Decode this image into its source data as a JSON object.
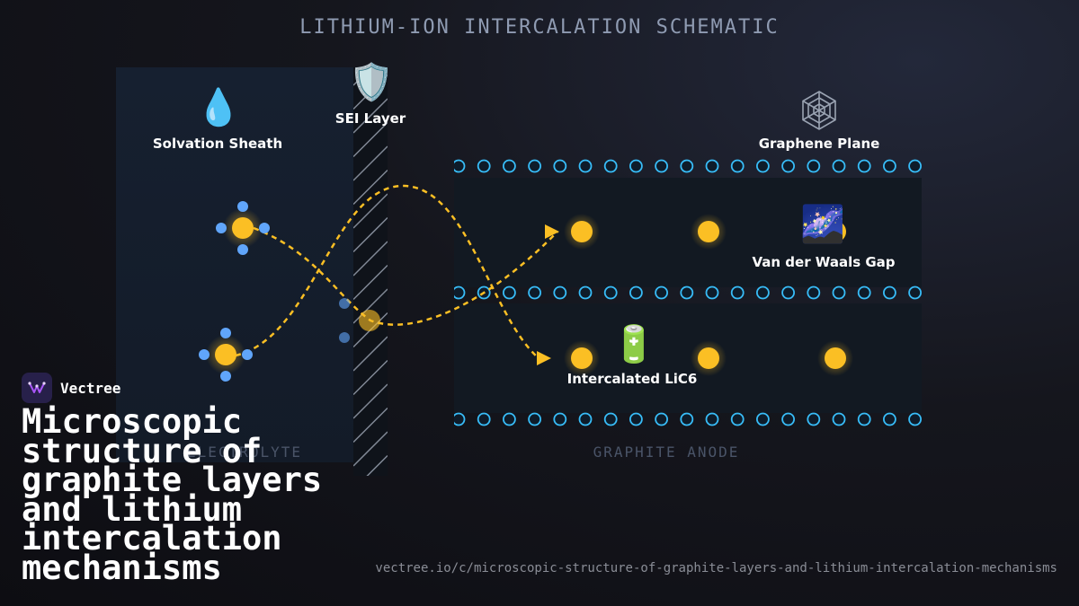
{
  "title": "LITHIUM-ION INTERCALATION SCHEMATIC",
  "labels": {
    "solvation_sheath": "Solvation Sheath",
    "sei_layer": "SEI Layer",
    "graphene_plane": "Graphene Plane",
    "van_der_waals_gap": "Van der Waals Gap",
    "intercalated": "Intercalated LiC6"
  },
  "regions": {
    "electrolyte": "ELECTROLYTE",
    "anode": "GRAPHITE ANODE"
  },
  "icons": {
    "solvation_sheath": "droplet-icon",
    "sei_layer": "shield-icon",
    "graphene_plane": "web-icon",
    "van_der_waals_gap": "galaxy-icon",
    "intercalated": "battery-icon"
  },
  "colors": {
    "lithium_ion": "#fbbf24",
    "solvent": "#60a5fa",
    "graphene_atom": "#38bdf8",
    "path": "#fbbf24",
    "brand": "#a855f7"
  },
  "brand": {
    "name": "Vectree",
    "headline": "Microscopic structure of graphite layers and lithium intercalation mechanisms",
    "url": "vectree.io/c/microscopic-structure-of-graphite-layers-and-lithium-intercalation-mechanisms"
  }
}
